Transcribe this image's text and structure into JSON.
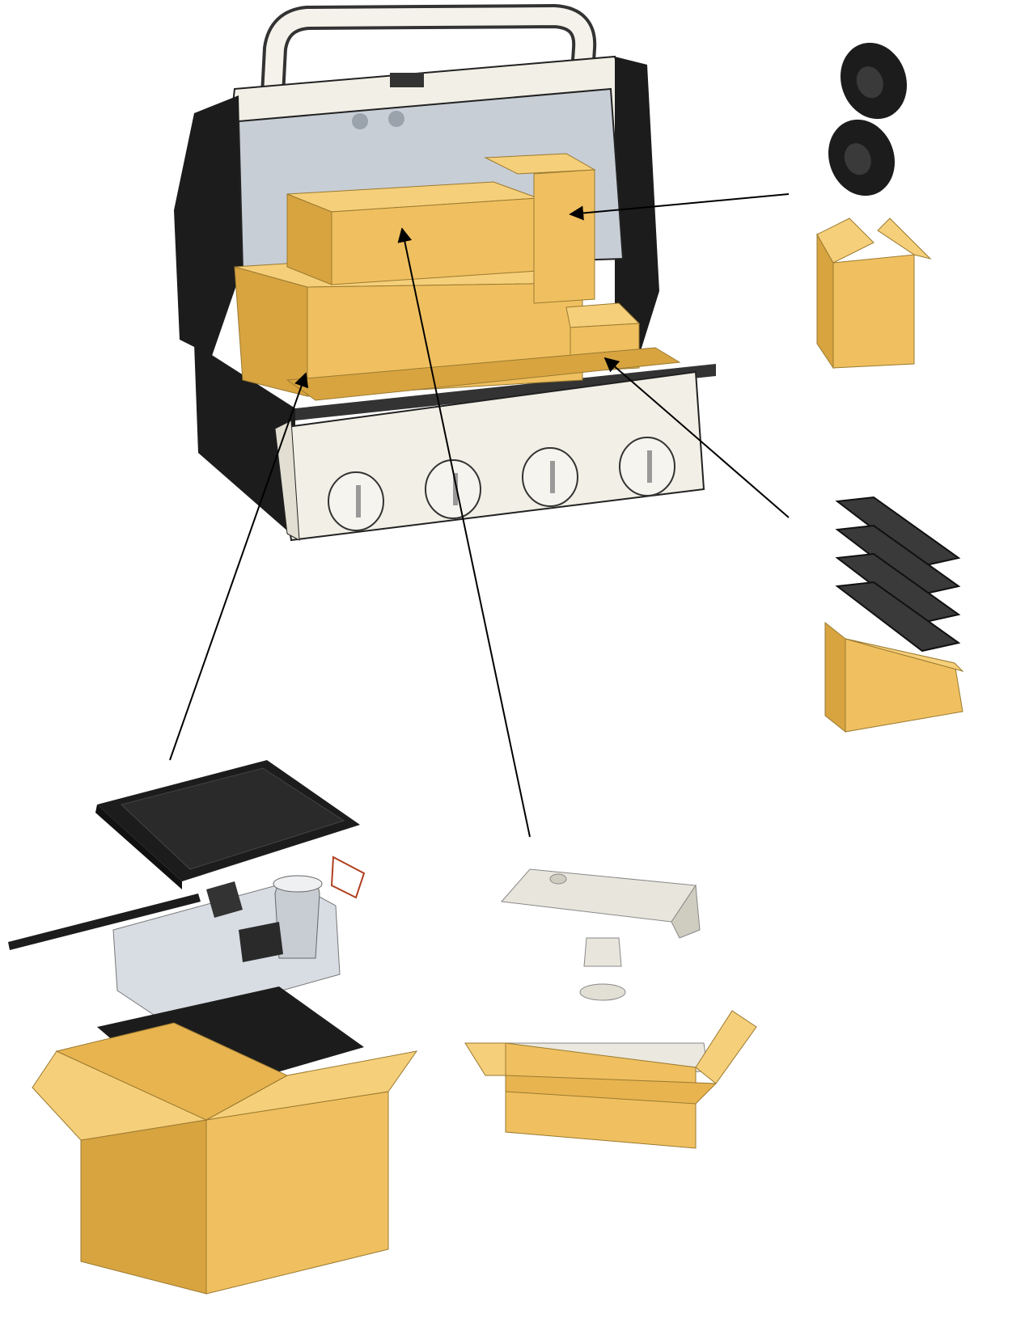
{
  "diagram": {
    "type": "packaging-illustration",
    "components": [
      {
        "id": "grill",
        "icon": "grill-icon"
      },
      {
        "id": "wheels-box",
        "icon": "wheels-icon"
      },
      {
        "id": "heat-plates-box",
        "icon": "heat-plate-icon"
      },
      {
        "id": "side-burner-box",
        "icon": "side-burner-icon"
      },
      {
        "id": "side-shelf-box",
        "icon": "side-shelf-icon"
      }
    ],
    "colors": {
      "cardboard": "#f0c060",
      "cardboard_dark": "#d8a440",
      "grill_black": "#1c1c1c",
      "panel_cream": "#f2f0e6",
      "foam": "#d8dde4",
      "hood_interior": "#c8ced6"
    }
  }
}
